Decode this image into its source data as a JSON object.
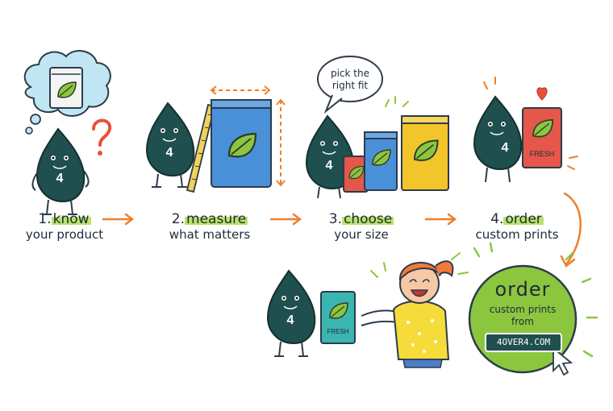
{
  "steps": [
    {
      "number": "1.",
      "keyword": "know",
      "subtitle": "your product"
    },
    {
      "number": "2.",
      "keyword": "measure",
      "subtitle": "what matters"
    },
    {
      "number": "3.",
      "keyword": "choose",
      "subtitle": "your size"
    },
    {
      "number": "4.",
      "keyword": "order",
      "subtitle": "custom prints"
    }
  ],
  "speech_bubble": {
    "line1": "pick the",
    "line2": "right fit"
  },
  "mascot_label": "4",
  "bag_label": "FRESH",
  "cta": {
    "title": "order",
    "line1": "custom prints",
    "line2": "from",
    "url": "4OVER4.COM"
  },
  "colors": {
    "mascot": "#1f4f4f",
    "accent_green": "#8cc63f",
    "arrow_orange": "#f07f2a",
    "question_red": "#e8503a",
    "bag_blue": "#4a90d9",
    "bag_yellow": "#f2c52a",
    "bag_red": "#e4574a",
    "bag_teal": "#3ab5b0",
    "highlight": "#b9e36a"
  }
}
